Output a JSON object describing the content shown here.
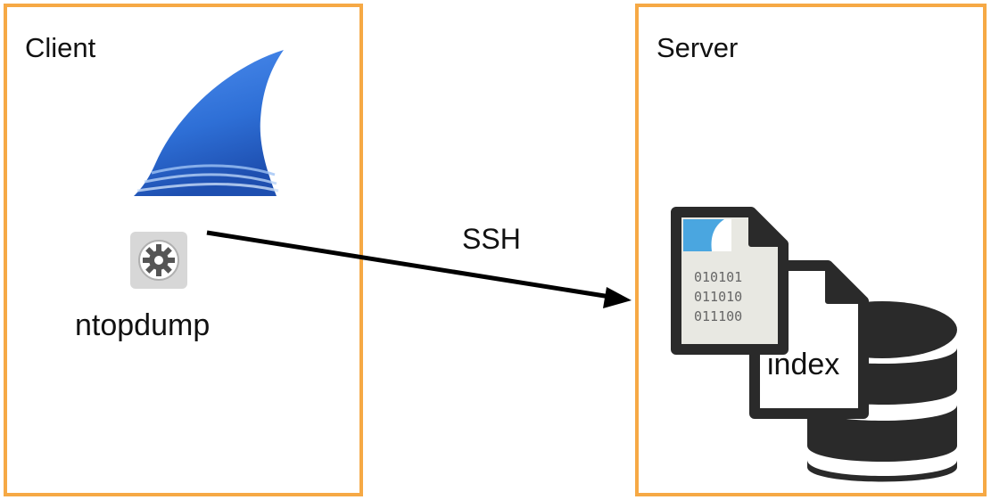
{
  "client": {
    "title": "Client",
    "tool_label": "ntopdump",
    "icons": [
      "wireshark-fin-icon",
      "gear-icon"
    ]
  },
  "server": {
    "title": "Server",
    "file_label": "index",
    "pcap_bits": [
      "010101",
      "011010",
      "011100"
    ],
    "icons": [
      "pcap-file-icon",
      "index-file-icon",
      "database-icon"
    ]
  },
  "connection": {
    "label": "SSH",
    "direction": "client-to-server",
    "color": "#000000"
  },
  "colors": {
    "panel_border": "#f6a945",
    "fin_blue": "#2e6fd6",
    "dark_icon": "#2a2a2a"
  }
}
